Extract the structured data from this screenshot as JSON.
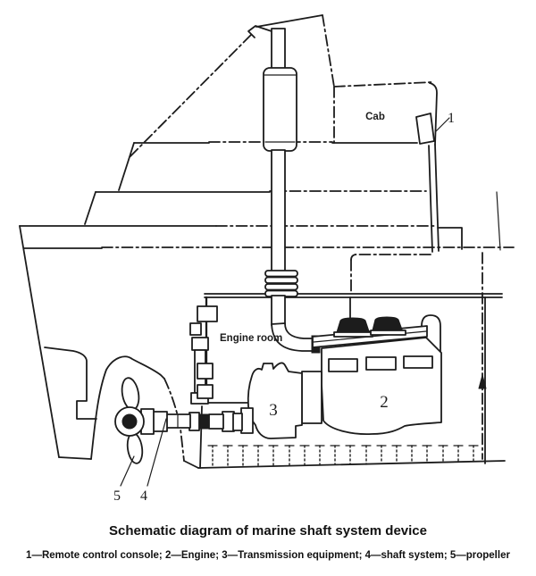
{
  "figure": {
    "caption": "Schematic diagram of marine shaft system device",
    "legend": "1—Remote control console; 2—Engine; 3—Transmission equipment; 4—shaft system; 5—propeller"
  },
  "labels": {
    "cab": "Cab",
    "engine_room": "Engine room"
  },
  "callouts": {
    "c1": "1",
    "c2": "2",
    "c3": "3",
    "c4": "4",
    "c5": "5"
  },
  "colors": {
    "line": "#1c1c1c",
    "background": "#ffffff",
    "dark_fill": "#1c1c1c"
  }
}
